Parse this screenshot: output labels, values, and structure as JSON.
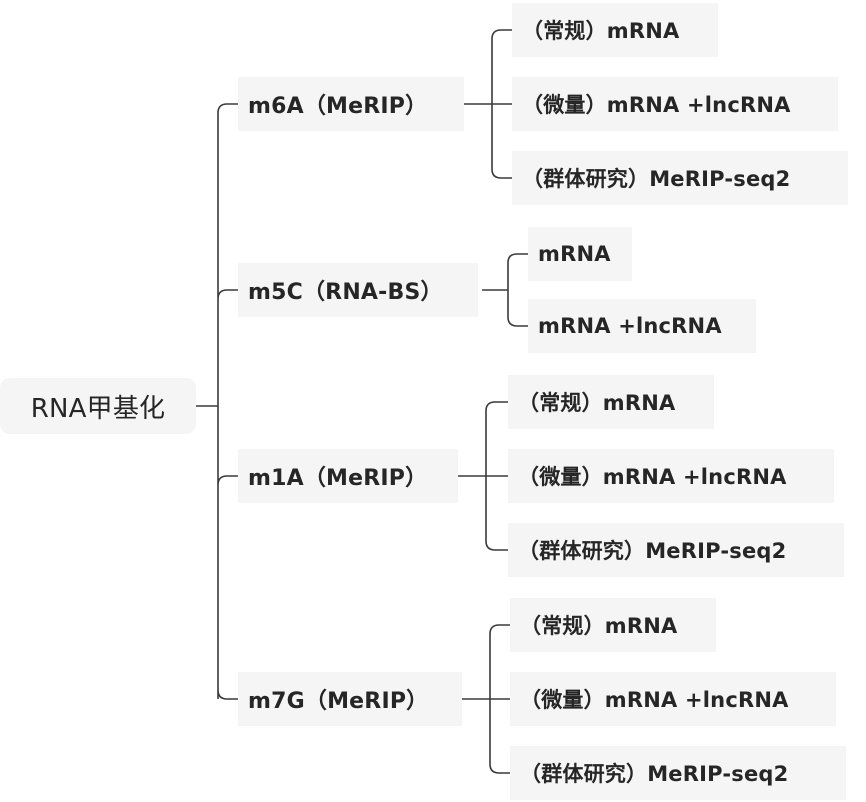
{
  "mindmap": {
    "root": {
      "label": "RNA甲基化"
    },
    "branches": [
      {
        "label": "m6A（MeRIP）",
        "children": [
          {
            "label": "（常规）mRNA"
          },
          {
            "label": "（微量）mRNA +lncRNA"
          },
          {
            "label": "（群体研究）MeRIP-seq2"
          }
        ]
      },
      {
        "label": "m5C（RNA-BS）",
        "children": [
          {
            "label": "mRNA"
          },
          {
            "label": "mRNA +lncRNA"
          }
        ]
      },
      {
        "label": "m1A（MeRIP）",
        "children": [
          {
            "label": "（常规）mRNA"
          },
          {
            "label": "（微量）mRNA +lncRNA"
          },
          {
            "label": "（群体研究）MeRIP-seq2"
          }
        ]
      },
      {
        "label": "m7G（MeRIP）",
        "children": [
          {
            "label": "（常规）mRNA"
          },
          {
            "label": "（微量）mRNA +lncRNA"
          },
          {
            "label": "（群体研究）MeRIP-seq2"
          }
        ]
      }
    ]
  },
  "colors": {
    "node_background": "#f5f5f5",
    "text": "#262626",
    "connector": "#3a3a3a"
  }
}
